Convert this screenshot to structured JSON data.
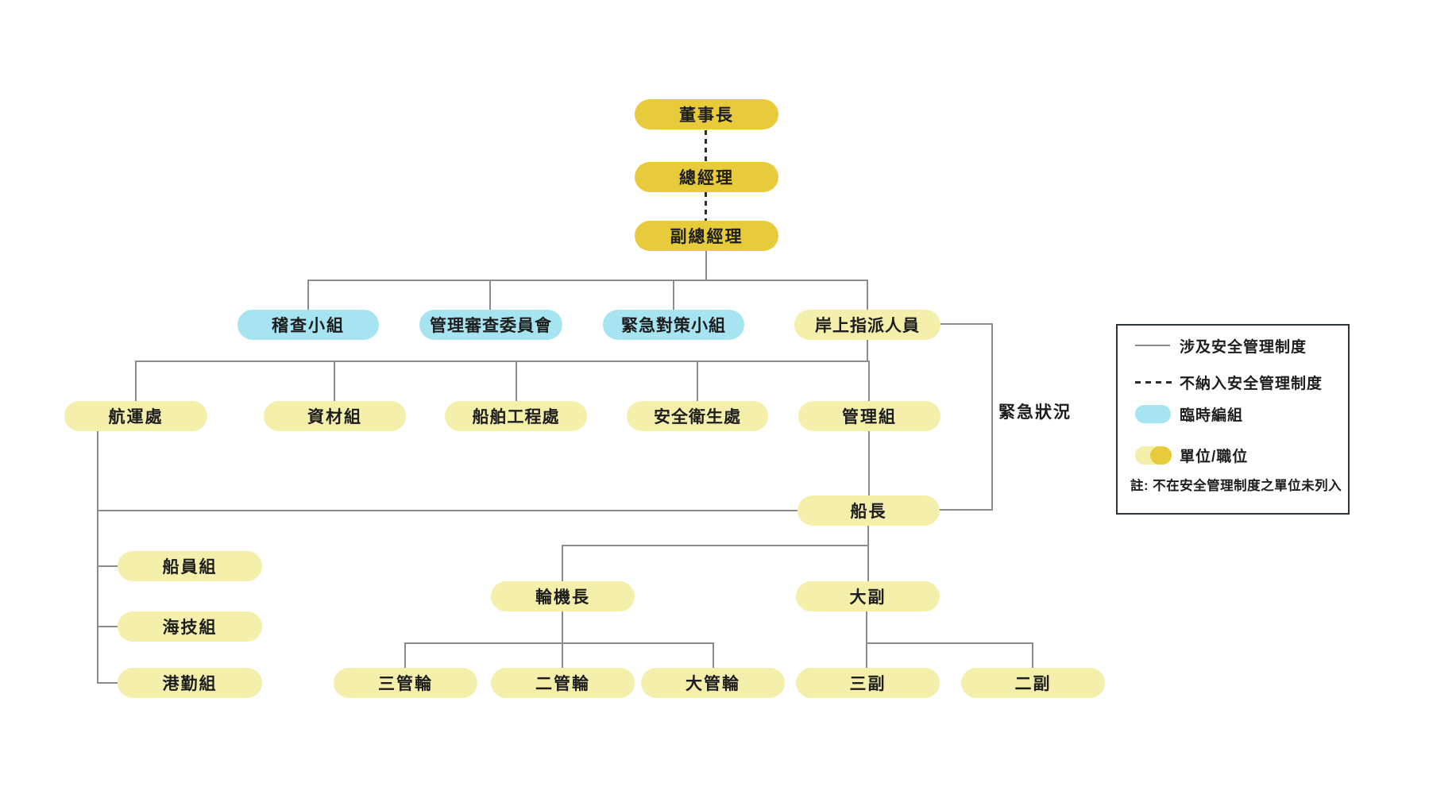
{
  "diagram": {
    "type": "org-chart",
    "language": "zh-TW",
    "nodes": {
      "chairman": "董事長",
      "general_manager": "總經理",
      "deputy_general_manager": "副總經理",
      "audit_team": "稽查小組",
      "management_review_committee": "管理審查委員會",
      "emergency_response_team": "緊急對策小組",
      "shore_designated_person": "岸上指派人員",
      "shipping_dept": "航運處",
      "materials_team": "資材組",
      "ship_engineering_dept": "船舶工程處",
      "safety_health_dept": "安全衛生處",
      "admin_team": "管理組",
      "captain": "船長",
      "crew_team": "船員組",
      "marine_tech_team": "海技組",
      "port_service_team": "港勤組",
      "chief_engineer": "輪機長",
      "chief_mate": "大副",
      "third_engineer": "三管輪",
      "second_engineer": "二管輪",
      "first_engineer": "大管輪",
      "third_mate": "三副",
      "second_mate": "二副"
    },
    "emergency_label": "緊急狀況",
    "edges": [
      {
        "from": "chairman",
        "to": "general_manager",
        "style": "dashed"
      },
      {
        "from": "general_manager",
        "to": "deputy_general_manager",
        "style": "dashed"
      },
      {
        "from": "deputy_general_manager",
        "to": "audit_team",
        "style": "solid"
      },
      {
        "from": "deputy_general_manager",
        "to": "management_review_committee",
        "style": "solid"
      },
      {
        "from": "deputy_general_manager",
        "to": "emergency_response_team",
        "style": "solid"
      },
      {
        "from": "deputy_general_manager",
        "to": "shore_designated_person",
        "style": "solid"
      },
      {
        "from": "shore_designated_person",
        "to": "shipping_dept",
        "style": "solid"
      },
      {
        "from": "shore_designated_person",
        "to": "materials_team",
        "style": "solid"
      },
      {
        "from": "shore_designated_person",
        "to": "ship_engineering_dept",
        "style": "solid"
      },
      {
        "from": "shore_designated_person",
        "to": "safety_health_dept",
        "style": "solid"
      },
      {
        "from": "shore_designated_person",
        "to": "admin_team",
        "style": "solid"
      },
      {
        "from": "shore_designated_person",
        "to": "captain",
        "style": "solid",
        "label": "緊急狀況"
      },
      {
        "from": "admin_team",
        "to": "captain",
        "style": "solid"
      },
      {
        "from": "shipping_dept",
        "to": "crew_team",
        "style": "solid"
      },
      {
        "from": "shipping_dept",
        "to": "marine_tech_team",
        "style": "solid"
      },
      {
        "from": "shipping_dept",
        "to": "port_service_team",
        "style": "solid"
      },
      {
        "from": "shipping_dept",
        "to": "captain",
        "style": "solid"
      },
      {
        "from": "captain",
        "to": "chief_engineer",
        "style": "solid"
      },
      {
        "from": "captain",
        "to": "chief_mate",
        "style": "solid"
      },
      {
        "from": "chief_engineer",
        "to": "third_engineer",
        "style": "solid"
      },
      {
        "from": "chief_engineer",
        "to": "second_engineer",
        "style": "solid"
      },
      {
        "from": "chief_engineer",
        "to": "first_engineer",
        "style": "solid"
      },
      {
        "from": "chief_mate",
        "to": "third_mate",
        "style": "solid"
      },
      {
        "from": "chief_mate",
        "to": "second_mate",
        "style": "solid"
      }
    ],
    "legend": {
      "solid_line_label": "涉及安全管理制度",
      "dashed_line_label": "不納入安全管理制度",
      "blue_pill_label": "臨時編組",
      "duo_pill_label": "單位/職位",
      "note": "註: 不在安全管理制度之單位未列入"
    },
    "colors": {
      "gold": "#E7CB3A",
      "light_yellow": "#F4EFAB",
      "light_blue": "#A6E4F2",
      "solid_connector": "#8C8C8C",
      "dashed_connector": "#2d2d2d",
      "text": "#1d1d1d"
    }
  }
}
